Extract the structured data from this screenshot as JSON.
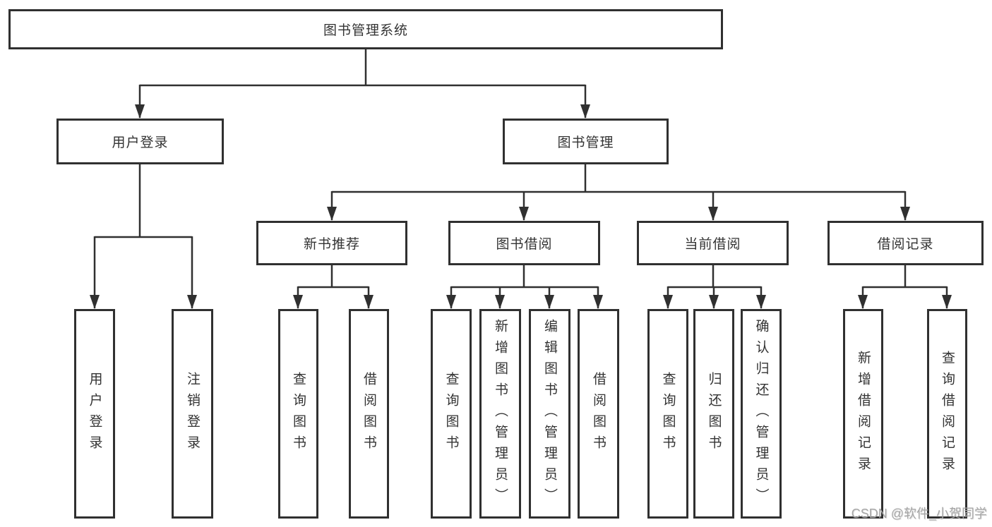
{
  "tree": {
    "label": "图书管理系统",
    "children": [
      {
        "label": "用户登录",
        "children": [
          {
            "label": "用户登录"
          },
          {
            "label": "注销登录"
          }
        ]
      },
      {
        "label": "图书管理",
        "children": [
          {
            "label": "新书推荐",
            "children": [
              {
                "label": "查询图书"
              },
              {
                "label": "借阅图书"
              }
            ]
          },
          {
            "label": "图书借阅",
            "children": [
              {
                "label": "查询图书"
              },
              {
                "label": "新增图书（管理员）"
              },
              {
                "label": "编辑图书（管理员）"
              },
              {
                "label": "借阅图书"
              }
            ]
          },
          {
            "label": "当前借阅",
            "children": [
              {
                "label": "查询图书"
              },
              {
                "label": "归还图书"
              },
              {
                "label": "确认归还（管理员）"
              }
            ]
          },
          {
            "label": "借阅记录",
            "children": [
              {
                "label": "新增借阅记录"
              },
              {
                "label": "查询借阅记录"
              }
            ]
          }
        ]
      }
    ]
  },
  "watermark": "CSDN @软件_小贺同学",
  "colors": {
    "line": "#303030",
    "box_border": "#303030",
    "text": "#333333",
    "background": "#ffffff",
    "watermark": "#a6a6a6"
  }
}
